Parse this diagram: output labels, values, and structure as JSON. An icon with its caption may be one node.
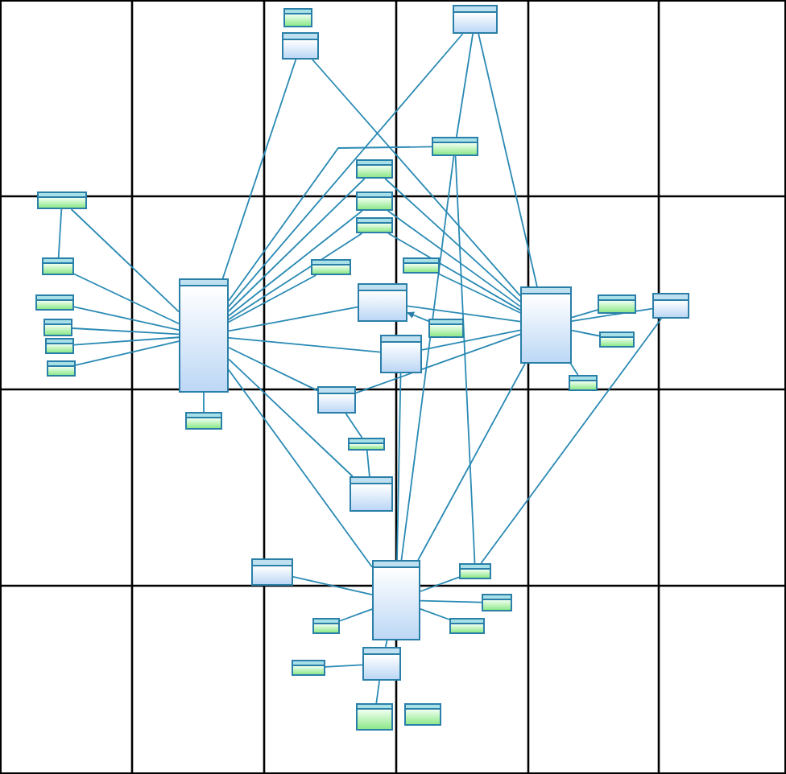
{
  "diagram": {
    "nodes": [
      {
        "text": [],
        "shape": "box"
      },
      {
        "text": [],
        "shape": "box"
      },
      {
        "text": [],
        "shape": "box"
      },
      {
        "text": [],
        "shape": "box"
      },
      {
        "text": [],
        "shape": "box"
      },
      {
        "text": [],
        "shape": "box"
      },
      {
        "text": [],
        "shape": "box"
      },
      {
        "text": [],
        "shape": "box"
      },
      {
        "text": [],
        "shape": "box"
      },
      {
        "text": [],
        "shape": "box"
      },
      {
        "text": [],
        "shape": "box"
      },
      {
        "text": [],
        "shape": "box"
      },
      {
        "text": [],
        "shape": "box"
      },
      {
        "text": [],
        "shape": "box"
      },
      {
        "text": [],
        "shape": "box"
      },
      {
        "text": [],
        "shape": "box"
      },
      {
        "text": [],
        "shape": "box"
      },
      {
        "text": [],
        "shape": "box"
      },
      {
        "text": [],
        "shape": "box"
      },
      {
        "text": [],
        "shape": "box"
      },
      {
        "text": [],
        "shape": "box"
      },
      {
        "text": [],
        "shape": "box"
      },
      {
        "text": [],
        "shape": "box"
      },
      {
        "text": [],
        "shape": "box"
      },
      {
        "text": [],
        "shape": "box"
      },
      {
        "text": [],
        "shape": "box"
      },
      {
        "text": [],
        "shape": "box"
      },
      {
        "text": [],
        "shape": "box"
      },
      {
        "text": [],
        "shape": "box"
      },
      {
        "text": [],
        "shape": "box"
      },
      {
        "text": [],
        "shape": "box"
      },
      {
        "text": [],
        "shape": "box"
      },
      {
        "text": [],
        "shape": "box"
      },
      {
        "text": [],
        "shape": "box"
      },
      {
        "text": [],
        "shape": "box"
      },
      {
        "text": [],
        "shape": "box"
      },
      {
        "text": [],
        "shape": "box"
      },
      {
        "text": [],
        "shape": "box"
      }
    ],
    "edges": [
      {
        "from": 2,
        "to": 11,
        "arrow": "none"
      },
      {
        "from": 2,
        "to": 13,
        "arrow": "none"
      },
      {
        "from": 1,
        "to": 11,
        "arrow": "none"
      },
      {
        "from": 1,
        "to": 3,
        "arrow": "none"
      },
      {
        "from": 1,
        "to": 13,
        "arrow": "none"
      },
      {
        "from": 3,
        "to": 11,
        "arrow": "none"
      },
      {
        "from": 3,
        "to": 29,
        "arrow": "none"
      },
      {
        "from": 3,
        "to": 30,
        "arrow": "none"
      },
      {
        "from": 4,
        "to": 11,
        "arrow": "none"
      },
      {
        "from": 6,
        "to": 11,
        "arrow": "none"
      },
      {
        "from": 7,
        "to": 11,
        "arrow": "none"
      },
      {
        "from": 9,
        "to": 11,
        "arrow": "none"
      },
      {
        "from": 4,
        "to": 13,
        "arrow": "none"
      },
      {
        "from": 6,
        "to": 13,
        "arrow": "none"
      },
      {
        "from": 7,
        "to": 13,
        "arrow": "none"
      },
      {
        "from": 5,
        "to": 11,
        "arrow": "none"
      },
      {
        "from": 5,
        "to": 8,
        "arrow": "none"
      },
      {
        "from": 8,
        "to": 11,
        "arrow": "none"
      },
      {
        "from": 16,
        "to": 11,
        "arrow": "none"
      },
      {
        "from": 18,
        "to": 11,
        "arrow": "none"
      },
      {
        "from": 21,
        "to": 11,
        "arrow": "none"
      },
      {
        "from": 22,
        "to": 11,
        "arrow": "none"
      },
      {
        "from": 11,
        "to": 12,
        "arrow": "none"
      },
      {
        "from": 11,
        "to": 20,
        "arrow": "none"
      },
      {
        "from": 11,
        "to": 24,
        "arrow": "none"
      },
      {
        "from": 11,
        "to": 25,
        "arrow": "none"
      },
      {
        "from": 11,
        "to": 27,
        "arrow": "none"
      },
      {
        "from": 11,
        "to": 29,
        "arrow": "none"
      },
      {
        "from": 10,
        "to": 13,
        "arrow": "none"
      },
      {
        "from": 12,
        "to": 13,
        "arrow": "none"
      },
      {
        "from": 20,
        "to": 13,
        "arrow": "none"
      },
      {
        "from": 17,
        "to": 12,
        "arrow": "to"
      },
      {
        "from": 13,
        "to": 14,
        "arrow": "none"
      },
      {
        "from": 13,
        "to": 15,
        "arrow": "none"
      },
      {
        "from": 13,
        "to": 19,
        "arrow": "none"
      },
      {
        "from": 13,
        "to": 23,
        "arrow": "none"
      },
      {
        "from": 13,
        "to": 29,
        "arrow": "none"
      },
      {
        "from": 13,
        "to": 24,
        "arrow": "none"
      },
      {
        "from": 14,
        "to": 30,
        "arrow": "none"
      },
      {
        "from": 20,
        "to": 29,
        "arrow": "none"
      },
      {
        "from": 24,
        "to": 26,
        "arrow": "none"
      },
      {
        "from": 26,
        "to": 27,
        "arrow": "none"
      },
      {
        "from": 29,
        "to": 28,
        "arrow": "none"
      },
      {
        "from": 29,
        "to": 30,
        "arrow": "none"
      },
      {
        "from": 29,
        "to": 31,
        "arrow": "none"
      },
      {
        "from": 29,
        "to": 32,
        "arrow": "none"
      },
      {
        "from": 29,
        "to": 33,
        "arrow": "none"
      },
      {
        "from": 29,
        "to": 34,
        "arrow": "none"
      },
      {
        "from": 34,
        "to": 35,
        "arrow": "none"
      },
      {
        "from": 34,
        "to": 36,
        "arrow": "none"
      }
    ]
  }
}
